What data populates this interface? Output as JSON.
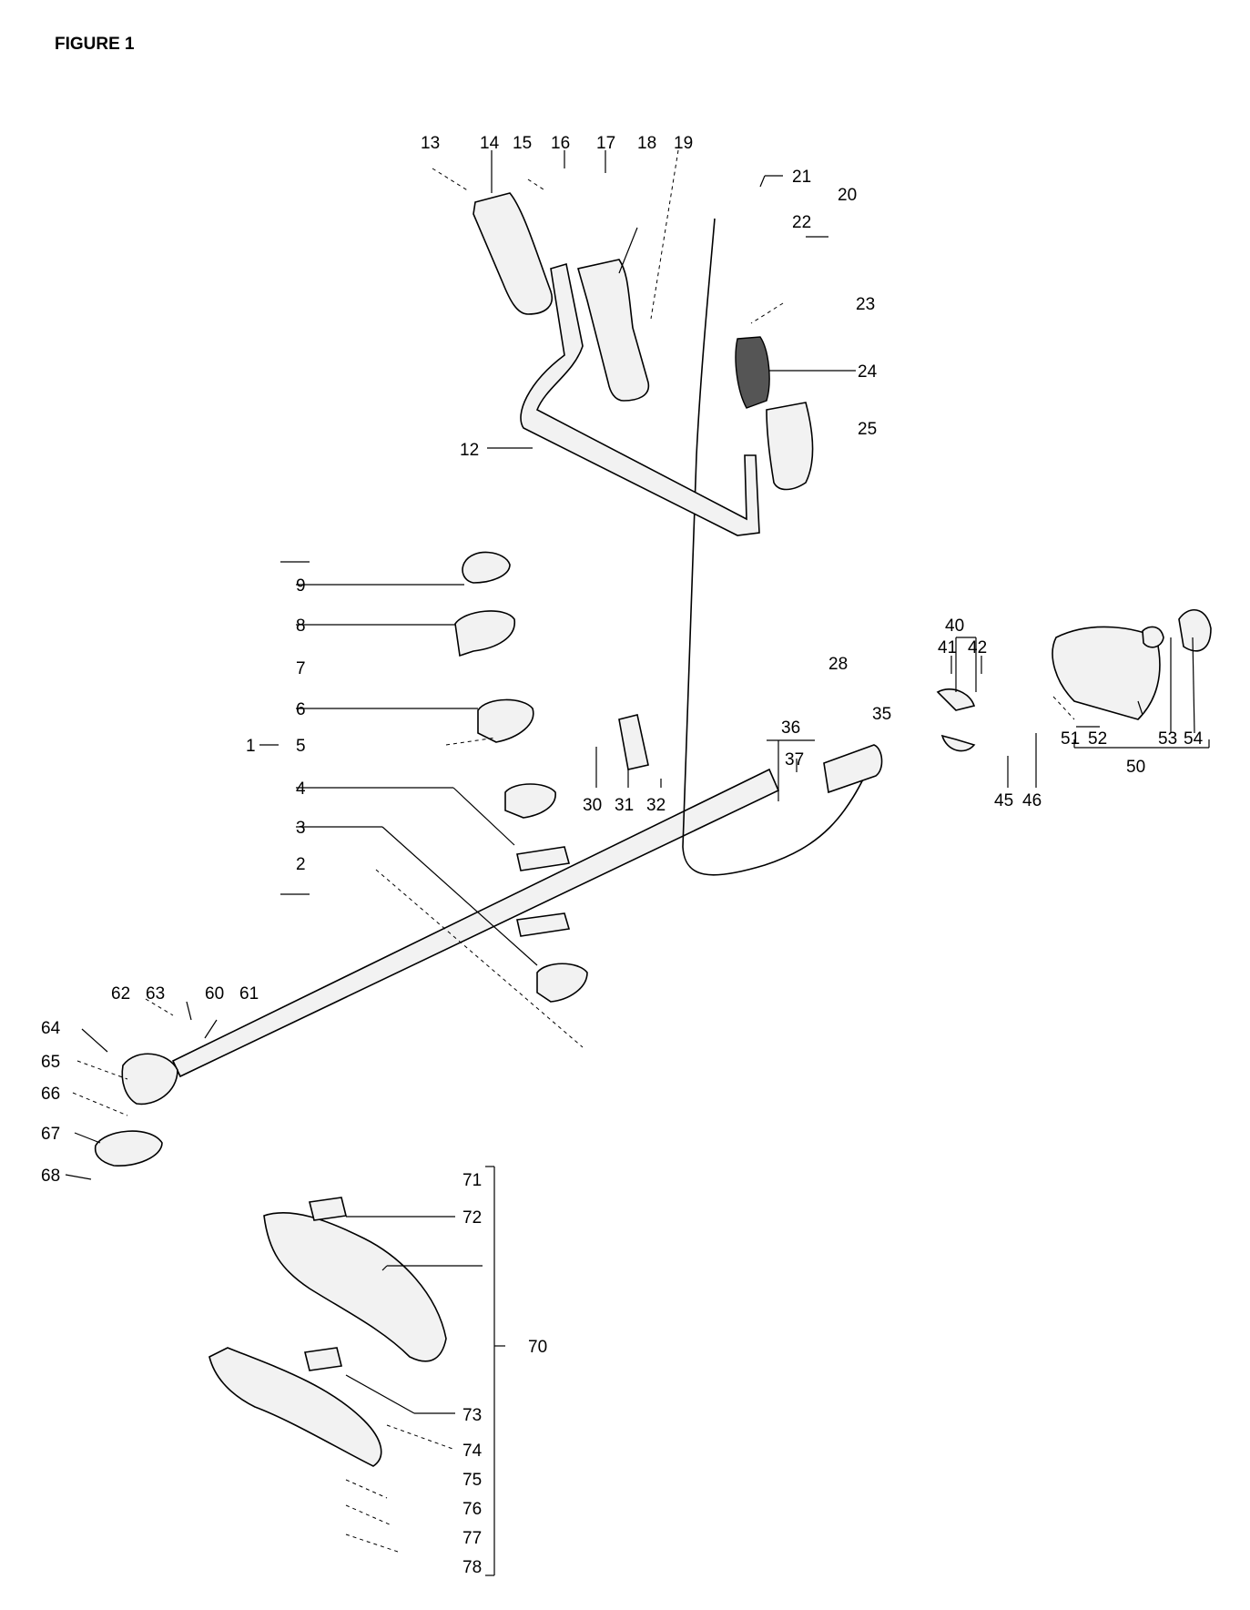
{
  "figure_title": "FIGURE 1",
  "part_numbers": {
    "n1": "1",
    "n2": "2",
    "n3": "3",
    "n4": "4",
    "n5": "5",
    "n6": "6",
    "n7": "7",
    "n8": "8",
    "n9": "9",
    "n12": "12",
    "n13": "13",
    "n14": "14",
    "n15": "15",
    "n16": "16",
    "n17": "17",
    "n18": "18",
    "n19": "19",
    "n20": "20",
    "n21": "21",
    "n22": "22",
    "n23": "23",
    "n24": "24",
    "n25": "25",
    "n28": "28",
    "n30": "30",
    "n31": "31",
    "n32": "32",
    "n35": "35",
    "n36": "36",
    "n37": "37",
    "n40": "40",
    "n41": "41",
    "n42": "42",
    "n45": "45",
    "n46": "46",
    "n50": "50",
    "n51": "51",
    "n52": "52",
    "n53": "53",
    "n54": "54",
    "n60": "60",
    "n61": "61",
    "n62": "62",
    "n63": "63",
    "n64": "64",
    "n65": "65",
    "n66": "66",
    "n67": "67",
    "n68": "68",
    "n70": "70",
    "n71": "71",
    "n72": "72",
    "n73": "73",
    "n74": "74",
    "n75": "75",
    "n76": "76",
    "n77": "77",
    "n78": "78"
  }
}
